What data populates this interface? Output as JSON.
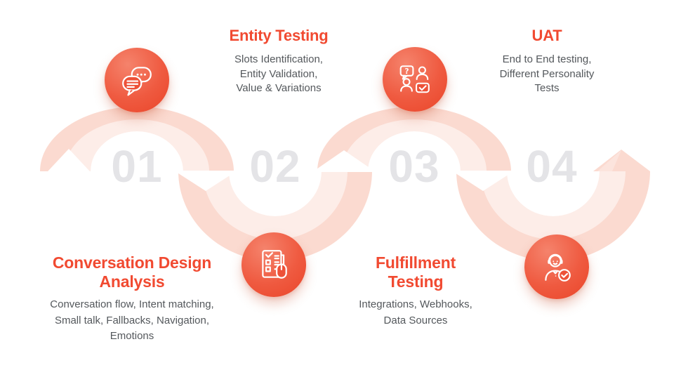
{
  "figure": {
    "type": "chatbot-testing-process-infographic",
    "background": "#FFFFFF"
  },
  "steps": [
    {
      "number": "01",
      "title": "Conversation Design Analysis",
      "details": [
        "Conversation flow, Intent matching,",
        "Small talk, Fallbacks, Navigation,",
        "Emotions"
      ],
      "icon": "chat-bubbles"
    },
    {
      "number": "02",
      "title": "Entity Testing",
      "details": [
        "Slots Identification,",
        "Entity Validation,",
        "Value & Variations"
      ],
      "icon": "checklist-and-mouse"
    },
    {
      "number": "03",
      "title": "Fulfillment Testing",
      "details": [
        "Integrations, Webhooks,",
        "Data Sources"
      ],
      "icon": "qa-discussion"
    },
    {
      "number": "04",
      "title": "UAT",
      "details": [
        "End to End testing,",
        "Different Personality",
        "Tests"
      ],
      "icon": "support-agent-check"
    }
  ],
  "colors": {
    "accent_red": "#F14A31",
    "icon_gradient_start": "#F5836C",
    "icon_gradient_end": "#EA4529",
    "ribbon_pink": "#FADCD0",
    "ribbon_inner_highlight": "#FDEDE8",
    "number_gray": "#E4E4E7",
    "body_text_gray": "#54585C"
  }
}
